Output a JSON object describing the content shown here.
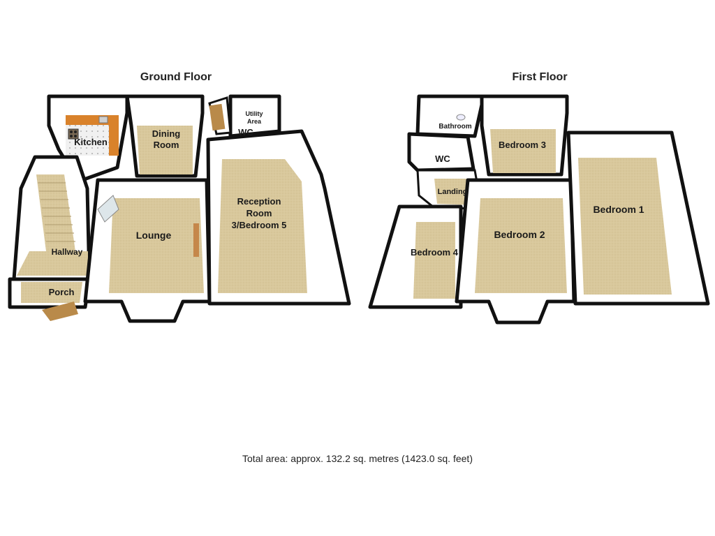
{
  "floors": {
    "ground": {
      "title": "Ground Floor",
      "rooms": {
        "kitchen": "Kitchen",
        "dining_line1": "Dining",
        "dining_line2": "Room",
        "utility_line1": "Utility",
        "utility_line2": "Area",
        "wc": "WC",
        "hallway": "Hallway",
        "porch": "Porch",
        "lounge": "Lounge",
        "reception_line1": "Reception",
        "reception_line2": "Room",
        "reception_line3": "3/Bedroom 5"
      }
    },
    "first": {
      "title": "First Floor",
      "rooms": {
        "bathroom": "Bathroom",
        "bedroom3": "Bedroom 3",
        "wc": "WC",
        "landing": "Landing",
        "bedroom1": "Bedroom 1",
        "bedroom2": "Bedroom 2",
        "bedroom4": "Bedroom 4"
      }
    }
  },
  "footer": {
    "total_area": "Total area: approx. 132.2 sq. metres (1423.0 sq. feet)"
  },
  "colors": {
    "carpet": "#d8c79b",
    "wall": "#111111",
    "wall_face": "#f2f2f2",
    "kitchen_worktop": "#d9822b",
    "kitchen_floor": "#eeeeee",
    "stairs": "#e6d4a8",
    "door": "#b98a4a"
  }
}
